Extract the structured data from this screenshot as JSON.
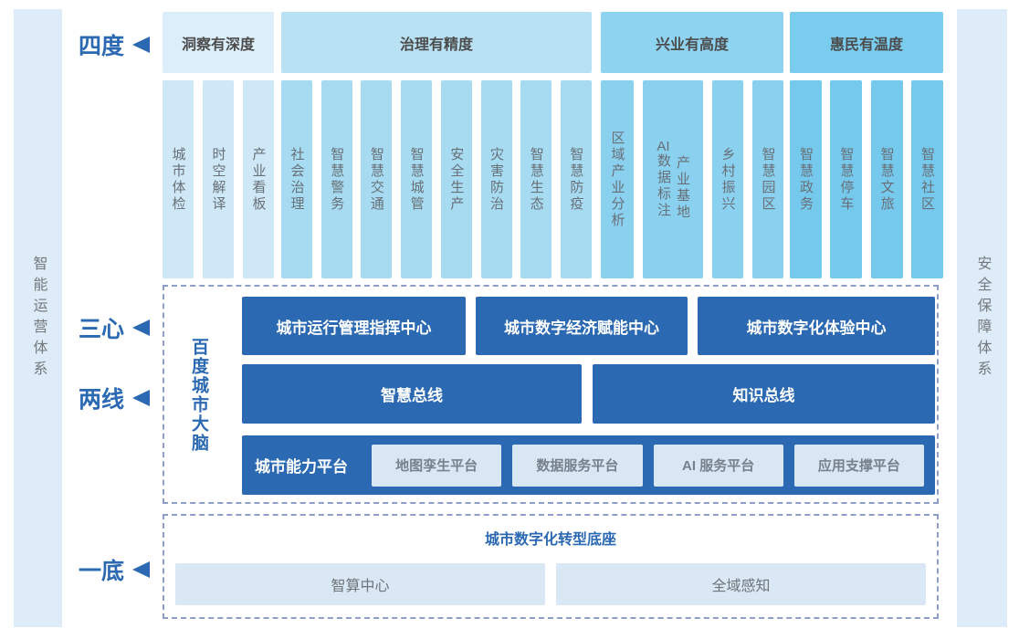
{
  "diagram": {
    "row_labels": {
      "four_degrees": "四度",
      "three_centers": "三心",
      "two_lines": "两线",
      "one_base": "一底"
    },
    "left_bar": "智能运营体系",
    "right_bar": "安全保障体系",
    "groups": [
      {
        "header": "洞察有深度",
        "columns": [
          "城市体检",
          "时空解译",
          "产业看板"
        ]
      },
      {
        "header": "治理有精度",
        "columns": [
          "社会治理",
          "智慧警务",
          "智慧交通",
          "智慧城管",
          "安全生产",
          "灾害防治",
          "智慧生态",
          "智慧防疫"
        ]
      },
      {
        "header": "兴业有高度",
        "columns": [
          "区域产业分析",
          "乡村振兴",
          "智慧园区"
        ],
        "wide_column": {
          "prefix": "AI",
          "line1_rest": "数据标注",
          "line2": "产业基地"
        }
      },
      {
        "header": "惠民有温度",
        "columns": [
          "智慧政务",
          "智慧停车",
          "智慧文旅",
          "智慧社区"
        ]
      }
    ],
    "brain": {
      "label": "百度城市大脑",
      "centers": [
        "城市运行管理指挥中心",
        "城市数字经济赋能中心",
        "城市数字化体验中心"
      ],
      "buses": [
        "智慧总线",
        "知识总线"
      ],
      "capability_label": "城市能力平台",
      "platforms": [
        "地图孪生平台",
        "数据服务平台",
        "AI 服务平台",
        "应用支撑平台"
      ]
    },
    "base": {
      "title": "城市数字化转型底座",
      "items": [
        "智算中心",
        "全域感知"
      ]
    },
    "colors": {
      "accent_blue": "#2b69b2",
      "dashed_border": "#8f9dc9",
      "sidebar_bg": "#ddecf8",
      "group_header_bg": [
        "#dceefa",
        "#b8e2f3",
        "#8ed3f0",
        "#7accee"
      ],
      "group_column_bg": [
        "#cfe8f7",
        "#a6dbf1",
        "#8ad1f0",
        "#75c9ed"
      ],
      "platform_box_bg": "#d9e7f4"
    }
  }
}
